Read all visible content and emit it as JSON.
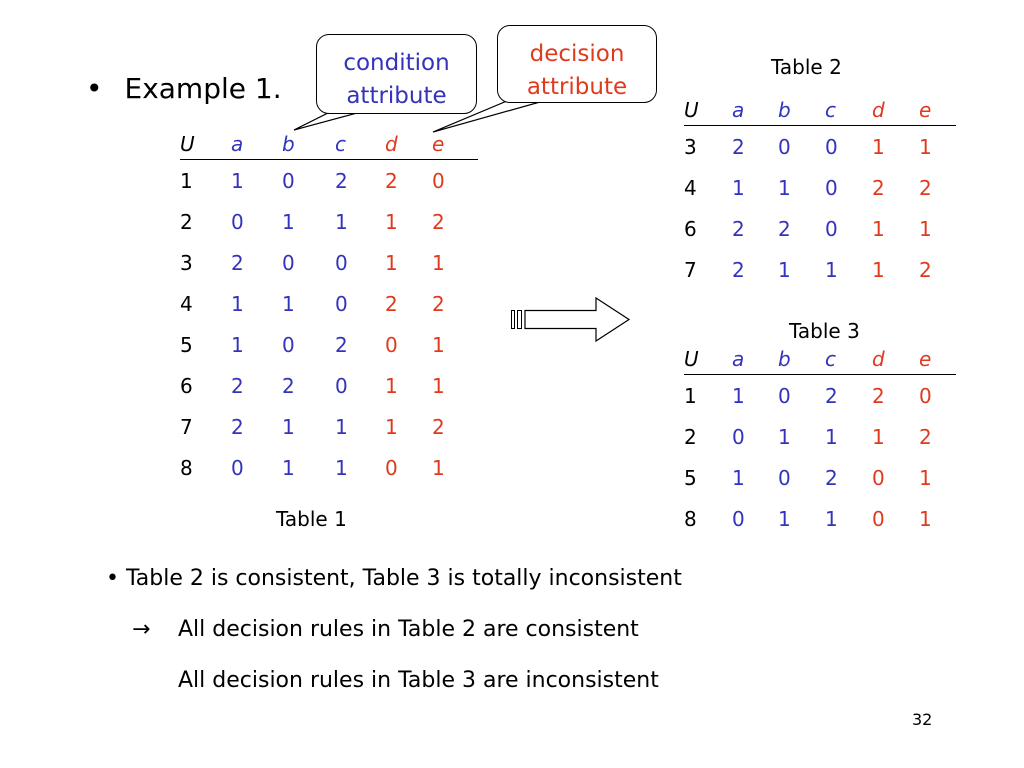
{
  "slide": {
    "bullet_main": {
      "dot": "•",
      "text": "Example 1."
    },
    "callouts": {
      "condition": [
        "condition",
        "attribute"
      ],
      "decision": [
        "decision",
        "attribute"
      ]
    },
    "colors": {
      "condition": "#3333bb",
      "decision": "#e03a1e",
      "object": "#000000"
    },
    "headers": [
      "U",
      "a",
      "b",
      "c",
      "d",
      "e"
    ],
    "table1": {
      "caption": "Table 1",
      "rows": [
        [
          "1",
          "1",
          "0",
          "2",
          "2",
          "0"
        ],
        [
          "2",
          "0",
          "1",
          "1",
          "1",
          "2"
        ],
        [
          "3",
          "2",
          "0",
          "0",
          "1",
          "1"
        ],
        [
          "4",
          "1",
          "1",
          "0",
          "2",
          "2"
        ],
        [
          "5",
          "1",
          "0",
          "2",
          "0",
          "1"
        ],
        [
          "6",
          "2",
          "2",
          "0",
          "1",
          "1"
        ],
        [
          "7",
          "2",
          "1",
          "1",
          "1",
          "2"
        ],
        [
          "8",
          "0",
          "1",
          "1",
          "0",
          "1"
        ]
      ]
    },
    "table2": {
      "caption": "Table 2",
      "rows": [
        [
          "3",
          "2",
          "0",
          "0",
          "1",
          "1"
        ],
        [
          "4",
          "1",
          "1",
          "0",
          "2",
          "2"
        ],
        [
          "6",
          "2",
          "2",
          "0",
          "1",
          "1"
        ],
        [
          "7",
          "2",
          "1",
          "1",
          "1",
          "2"
        ]
      ]
    },
    "table3": {
      "caption": "Table 3",
      "rows": [
        [
          "1",
          "1",
          "0",
          "2",
          "2",
          "0"
        ],
        [
          "2",
          "0",
          "1",
          "1",
          "1",
          "2"
        ],
        [
          "5",
          "1",
          "0",
          "2",
          "0",
          "1"
        ],
        [
          "8",
          "0",
          "1",
          "1",
          "0",
          "1"
        ]
      ]
    },
    "sub_bullets": {
      "line1": "• Table 2 is consistent, Table 3 is totally inconsistent",
      "arrow": "→",
      "line2": "All decision rules in Table 2 are consistent",
      "line3": "All decision rules in Table 3 are inconsistent"
    },
    "icons": {
      "transform_arrow": "right-arrow-icon"
    },
    "page_number": "32"
  }
}
